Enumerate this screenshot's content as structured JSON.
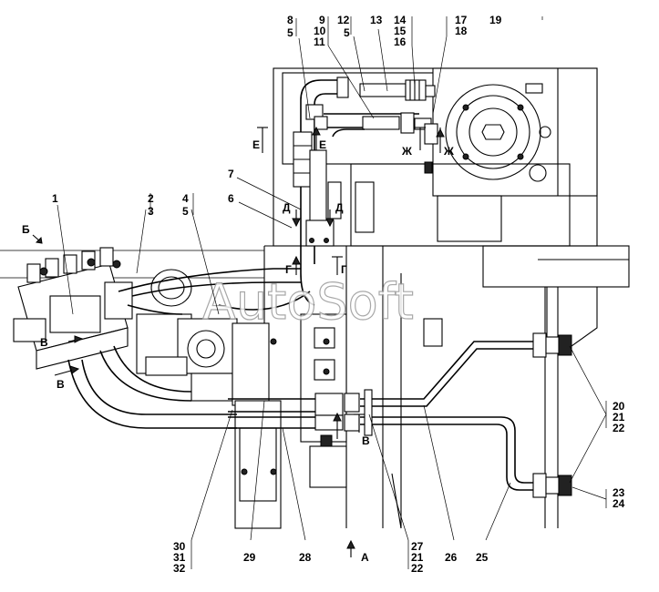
{
  "watermark": "AutoSoft",
  "callouts": {
    "c1": "1",
    "c2": "2",
    "c3": "3",
    "c4": "4",
    "c5a": "5",
    "c5b": "5",
    "c5c": "5",
    "c6": "6",
    "c7": "7",
    "c8": "8",
    "c9": "9",
    "c10": "10",
    "c11": "11",
    "c12": "12",
    "c13": "13",
    "c14": "14",
    "c15": "15",
    "c16": "16",
    "c17": "17",
    "c18": "18",
    "c19": "19",
    "c20": "20",
    "c21a": "21",
    "c22a": "22",
    "c23": "23",
    "c24": "24",
    "c25": "25",
    "c26": "26",
    "c27": "27",
    "c21b": "21",
    "c22b": "22",
    "c28": "28",
    "c29": "29",
    "c30": "30",
    "c31": "31",
    "c32": "32"
  },
  "section_marks": {
    "A": "А",
    "B": "Б",
    "V1": "В",
    "V2": "В",
    "V3": "В",
    "G1": "Г",
    "G2": "Г",
    "D1": "Д",
    "D2": "Д",
    "E1": "Е",
    "E2": "Е",
    "Zh1": "Ж",
    "Zh2": "Ж"
  }
}
